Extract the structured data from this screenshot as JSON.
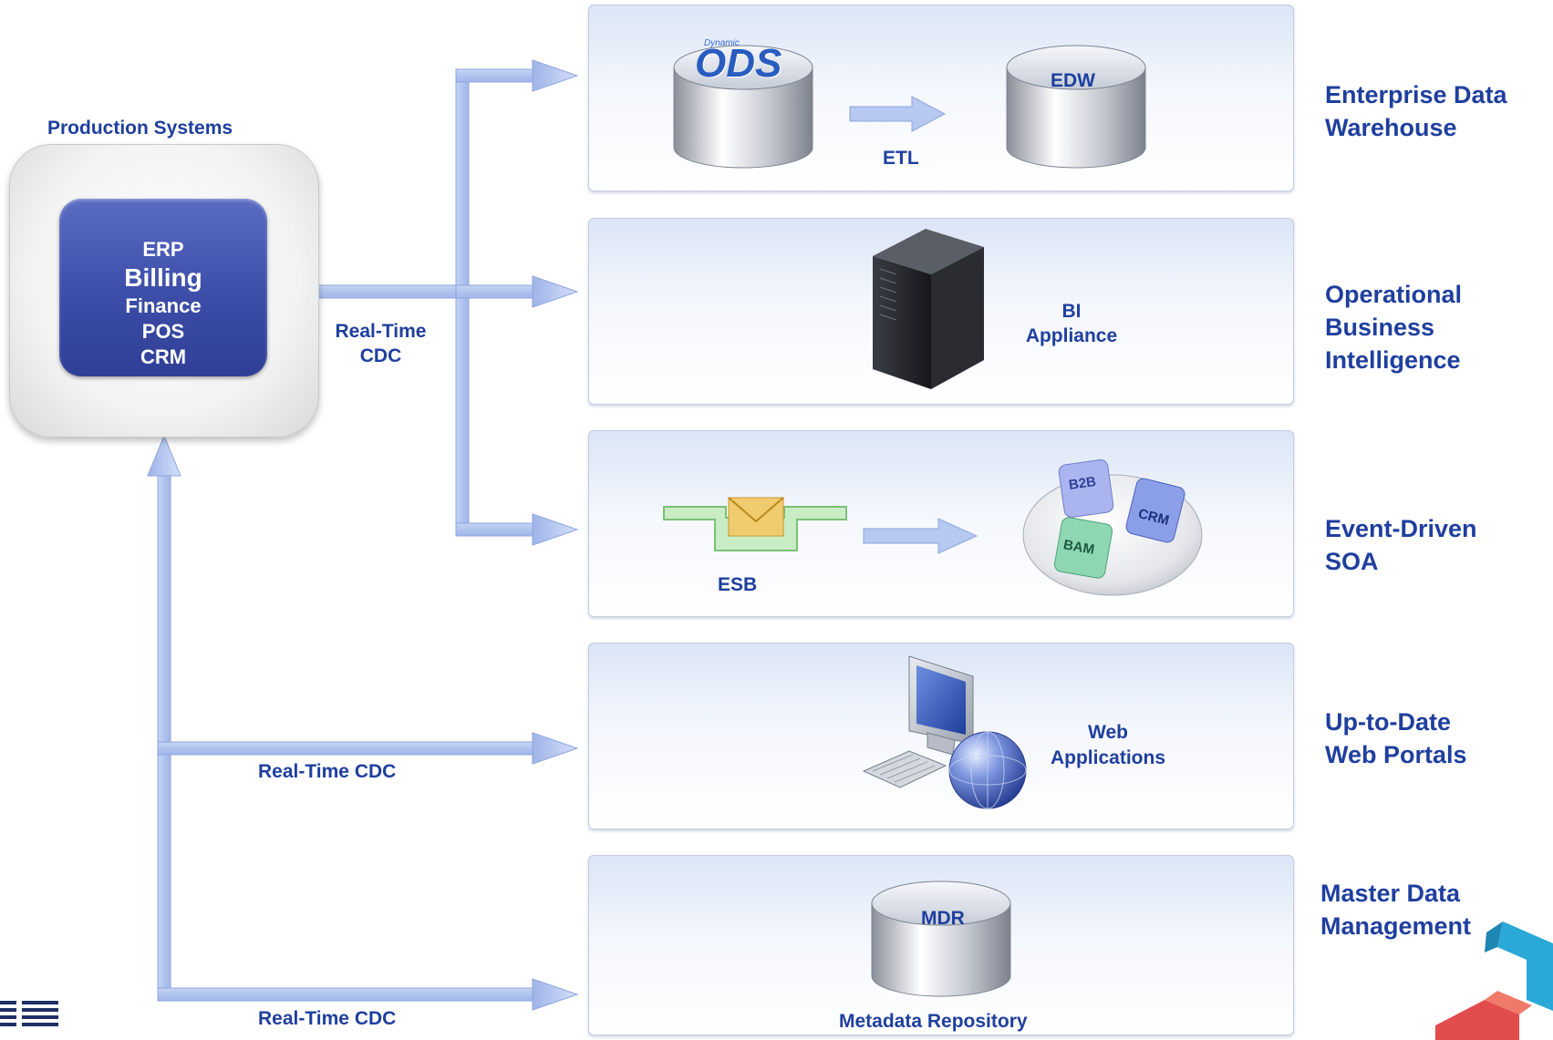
{
  "production": {
    "title": "Production Systems",
    "systems": [
      "ERP",
      "Billing",
      "Finance",
      "POS",
      "CRM"
    ]
  },
  "flows": {
    "cdc_upper": "Real-Time\nCDC",
    "cdc_web": "Real-Time CDC",
    "cdc_mdm": "Real-Time CDC"
  },
  "panels": {
    "edw": {
      "ods_logo": "ODS",
      "ods_small": "Dynamic",
      "edw_label": "EDW",
      "etl_label": "ETL"
    },
    "obi": {
      "appliance_label": "BI\nAppliance"
    },
    "soa": {
      "esb_label": "ESB",
      "tiles": [
        "B2B",
        "CRM",
        "BAM"
      ]
    },
    "web": {
      "apps_label": "Web\nApplications"
    },
    "mdm": {
      "mdr_label": "MDR",
      "repo_label": "Metadata Repository"
    }
  },
  "categories": {
    "edw": "Enterprise Data\nWarehouse",
    "obi": "Operational\nBusiness\nIntelligence",
    "soa": "Event-Driven\nSOA",
    "web": "Up-to-Date\nWeb Portals",
    "mdm": "Master Data\nManagement"
  },
  "colors": {
    "label": "#1f3f9e",
    "arrow": "#b7c8f1",
    "arrow_edge": "#8ea5de",
    "box": "#3c4da8"
  },
  "icons": [
    "database-icon",
    "server-icon",
    "envelope-icon",
    "computer-icon",
    "globe-icon",
    "logo-icon"
  ]
}
